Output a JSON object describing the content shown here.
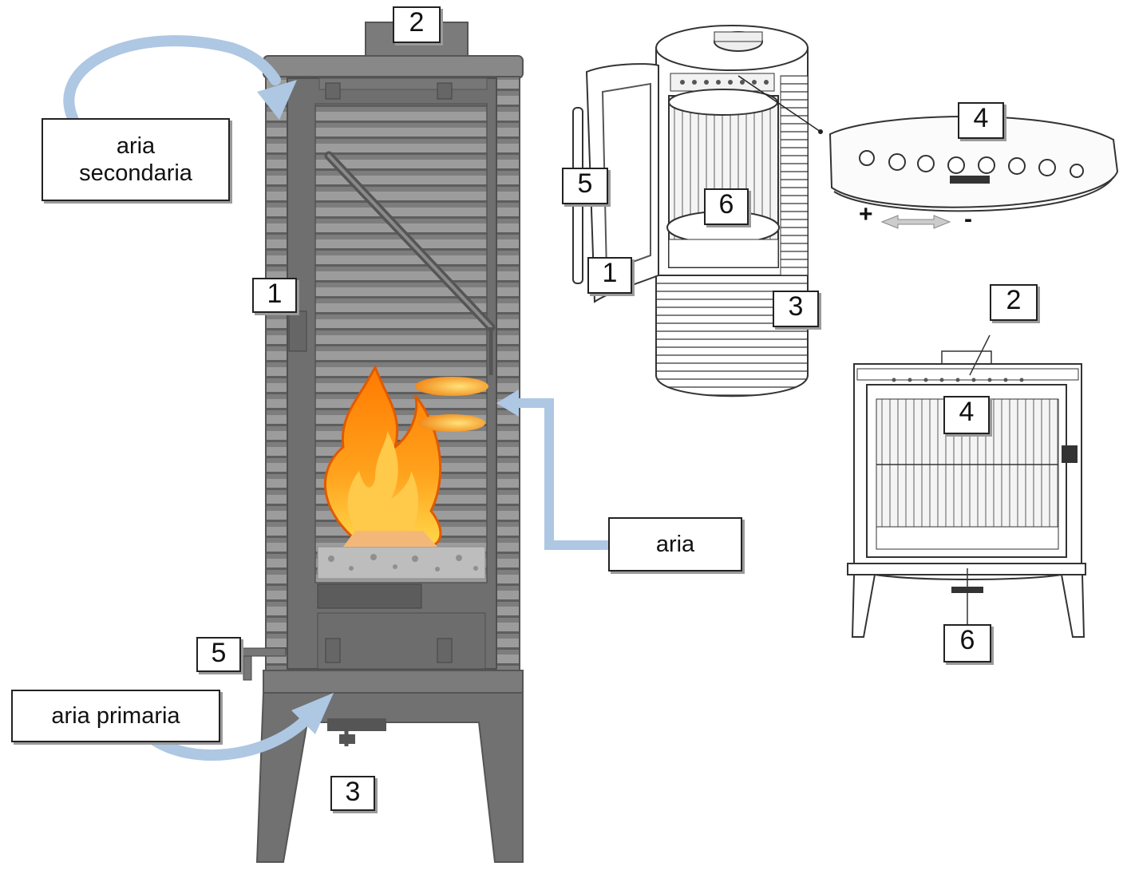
{
  "labels": {
    "aria_secondaria": "aria\nsecondaria",
    "aria": "aria",
    "aria_primaria": "aria primaria"
  },
  "callouts": {
    "main_1": "1",
    "main_2": "2",
    "main_3": "3",
    "main_5": "5",
    "round_1": "1",
    "round_3": "3",
    "round_4": "4",
    "round_5": "5",
    "round_6": "6",
    "box_2": "2",
    "box_4": "4",
    "box_6": "6"
  },
  "signs": {
    "plus": "+",
    "minus": "-"
  },
  "colors": {
    "stove_dark": "#6f6f6f",
    "stove_mid": "#8c8c8c",
    "stove_light": "#a9a9a9",
    "airflow_arrow": "#aec7e3",
    "flame_orange": "#f7941d",
    "flame_yellow": "#ffd23c"
  }
}
